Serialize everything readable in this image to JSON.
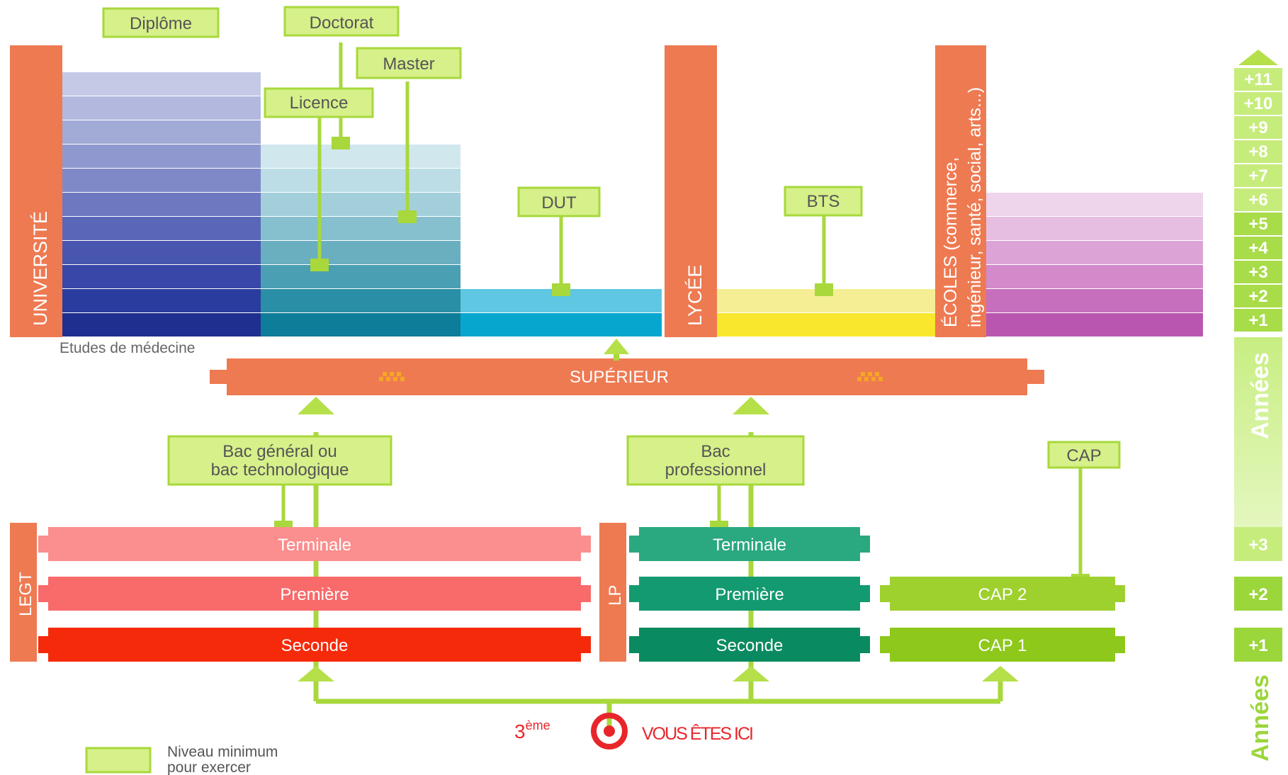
{
  "colors": {
    "orange": "#ee7a52",
    "green_label": "#d6f08a",
    "green_line": "#a8d83c",
    "year_green": "#9bd63a",
    "red_target": "#e8262a"
  },
  "top_labels": {
    "diplome": "Diplôme",
    "doctorat": "Doctorat",
    "master": "Master",
    "licence": "Licence",
    "dut": "DUT",
    "bts": "BTS",
    "cap": "CAP"
  },
  "pillars": {
    "universite": "UNIVERSITÉ",
    "lycee": "LYCÉE",
    "ecoles_line1": "ÉCOLES (commerce,",
    "ecoles_line2": "ingénieur, santé, social, arts...)",
    "legt": "LEGT",
    "lp": "LP"
  },
  "medecine_label": "Etudes de médecine",
  "superieur": "SUPÉRIEUR",
  "bac_general": [
    "Bac général ou",
    "bac technologique"
  ],
  "bac_pro": [
    "Bac",
    "professionnel"
  ],
  "legt_rows": [
    "Terminale",
    "Première",
    "Seconde"
  ],
  "lp_rows": [
    "Terminale",
    "Première",
    "Seconde"
  ],
  "cap_rows": [
    "CAP 2",
    "CAP 1"
  ],
  "you_are_here": {
    "level": "3",
    "level_sup": "ème",
    "text": "VOUS ÊTES ICI"
  },
  "legend": [
    "Niveau minimum",
    "pour exercer"
  ],
  "years_upper": [
    "+11",
    "+10",
    "+9",
    "+8",
    "+7",
    "+6",
    "+5",
    "+4",
    "+3",
    "+2",
    "+1"
  ],
  "years_upper_title": "Années",
  "years_lower": [
    "+3",
    "+2",
    "+1"
  ],
  "years_lower_title": "Années"
}
